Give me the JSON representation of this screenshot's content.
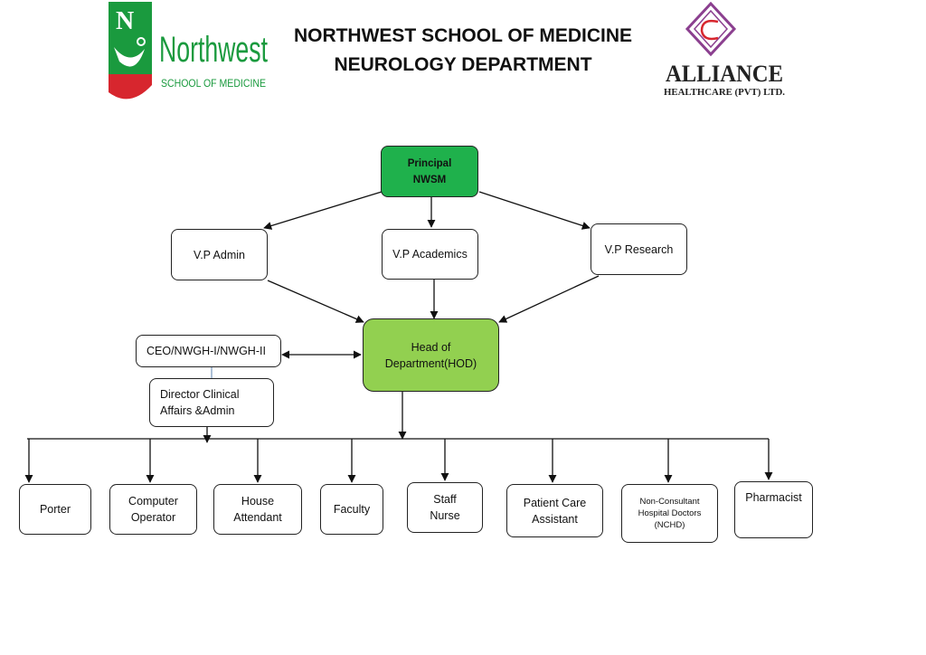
{
  "header": {
    "title_line1": "NORTHWEST SCHOOL OF MEDICINE",
    "title_line2": "NEUROLOGY DEPARTMENT"
  },
  "logos": {
    "left": {
      "icon": "northwest-logo",
      "wordmark": "Northwest",
      "subtitle": "SCHOOL OF MEDICINE"
    },
    "right": {
      "icon": "alliance-logo",
      "wordmark": "ALLIANCE",
      "subtitle": "HEALTHCARE (PVT) LTD."
    }
  },
  "colors": {
    "principal_fill": "#1fb14c",
    "hod_fill": "#92d050",
    "logo_green": "#1a9a3e",
    "logo_red": "#d7262e",
    "logo_purple": "#8b3f8f"
  },
  "nodes": {
    "principal": {
      "line1": "Principal",
      "line2": "NWSM"
    },
    "vp_admin": "V.P Admin",
    "vp_academics": "V.P Academics",
    "vp_research": "V.P Research",
    "hod": {
      "line1": "Head of",
      "line2": "Department(HOD)"
    },
    "ceo": "CEO/NWGH-I/NWGH-II",
    "director": {
      "line1": "Director Clinical",
      "line2": "Affairs &Admin"
    },
    "staff": {
      "porter": "Porter",
      "computer_operator": {
        "line1": "Computer",
        "line2": "Operator"
      },
      "house_attendant": {
        "line1": "House",
        "line2": "Attendant"
      },
      "faculty": "Faculty",
      "staff_nurse": {
        "line1": "Staff",
        "line2": "Nurse"
      },
      "patient_care_assistant": {
        "line1": "Patient Care",
        "line2": "Assistant"
      },
      "nchd": {
        "line1": "Non-Consultant",
        "line2": "Hospital Doctors",
        "line3": "(NCHD)"
      },
      "pharmacist": "Pharmacist"
    }
  }
}
